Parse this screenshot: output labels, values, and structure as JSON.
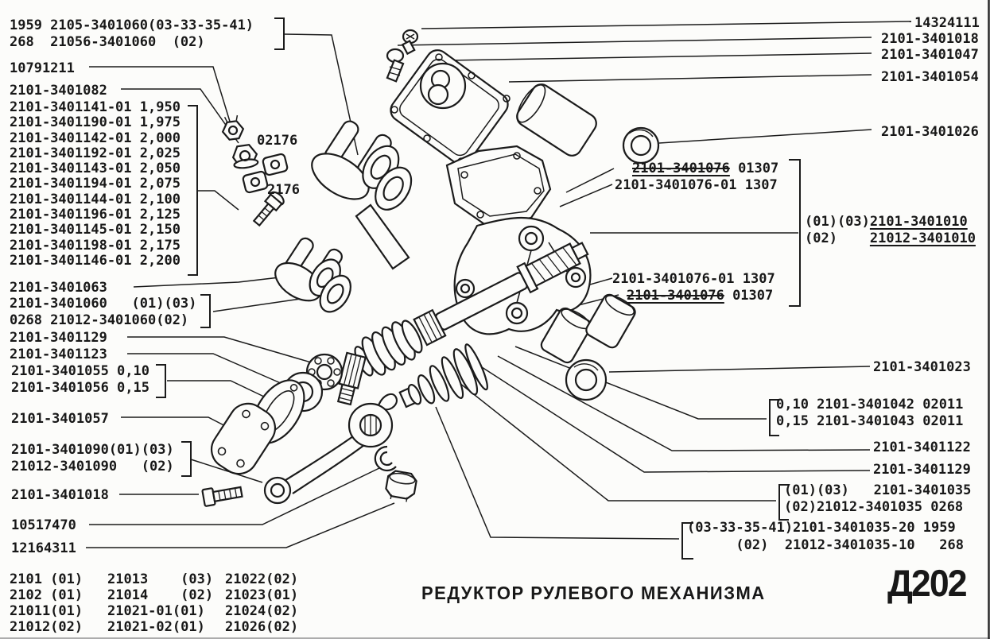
{
  "title": "РЕДУКТОР РУЛЕВОГО МЕХАНИЗМА",
  "page_code": "Д202",
  "labels": {
    "tl_qty_row1": "1959 2105-3401060(03-33-35-41)",
    "tl_qty_row2": "268  21056-3401060  (02)",
    "l_10791211": "10791211",
    "l_3401082": "2101-3401082",
    "l_3401063": "2101-3401063",
    "l_3401060_a": "2101-3401060   (01)(03)",
    "l_3401060_b": "0268 21012-3401060(02)",
    "l_3401129": "2101-3401129",
    "l_3401123": "2101-3401123",
    "l_3401055": "2101-3401055 0,10",
    "l_3401056": "2101-3401056 0,15",
    "l_3401057": "2101-3401057",
    "l_3401090_a": "2101-3401090(01)(03)",
    "l_3401090_b": "21012-3401090   (02)",
    "l_3401018": "2101-3401018",
    "l_10517470": "10517470",
    "l_12164311": "12164311",
    "c_02176": "02176",
    "c_2176": "2176",
    "r_14324111": "14324111",
    "r_3401018": "2101-3401018",
    "r_3401047": "2101-3401047",
    "r_3401054": "2101-3401054",
    "r_3401026": "2101-3401026",
    "r_3401076_s1": "2101-3401076",
    "r_3401076_s1_rest": " 01307",
    "r_3401076_01_a": "2101-3401076-01 1307",
    "r_3401010_p1": "(01)(03)",
    "r_3401010_n1": "2101-3401010",
    "r_3401010_p2": "(02)    ",
    "r_3401010_n2": "21012-3401010",
    "r_3401076_01_b": "2101-3401076-01 1307",
    "r_3401076_s2": "2101-3401076",
    "r_3401076_s2_rest": " 01307",
    "r_3401023": "2101-3401023",
    "r_3401042": "0,10 2101-3401042 02011",
    "r_3401043": "0,15 2101-3401043 02011",
    "r_3401122": "2101-3401122",
    "r_3401129": "2101-3401129",
    "r_3401035_a": "(01)(03)   2101-3401035",
    "r_3401035_b": "(02)21012-3401035 0268",
    "r_3401035_20": "(03-33-35-41)2101-3401035-20 1959",
    "r_3401035_10": "      (02)  21012-3401035-10   268"
  },
  "variant_list": [
    "2101-3401141-01 1,950",
    "2101-3401190-01 1,975",
    "2101-3401142-01 2,000",
    "2101-3401192-01 2,025",
    "2101-3401143-01 2,050",
    "2101-3401194-01 2,075",
    "2101-3401144-01 2,100",
    "2101-3401196-01 2,125",
    "2101-3401145-01 2,150",
    "2101-3401198-01 2,175",
    "2101-3401146-01 2,200"
  ],
  "application_table": [
    [
      "2101 (01)",
      "21013    (03)",
      "21022(02)"
    ],
    [
      "2102 (01)",
      "21014    (02)",
      "21023(01)"
    ],
    [
      "21011(01)",
      "21021-01(01)",
      "21024(02)"
    ],
    [
      "21012(02)",
      "21021-02(01)",
      "21026(02)"
    ]
  ],
  "ink_color": "#181818",
  "paper_color": "#fcfcfa"
}
